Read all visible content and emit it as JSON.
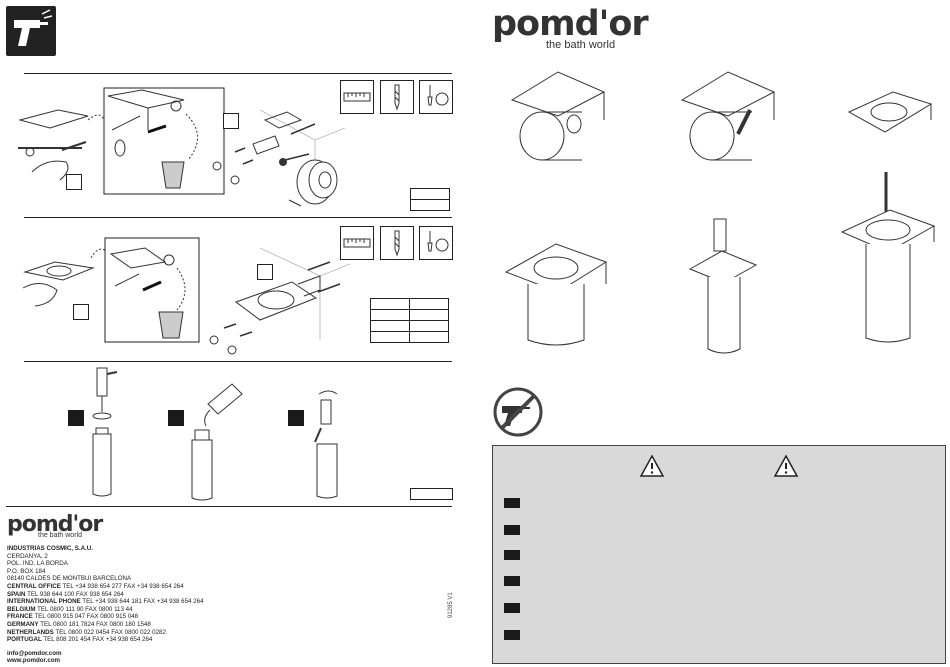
{
  "brand": {
    "logo_text": "pomd'or",
    "tagline": "the bath world"
  },
  "contact": {
    "company": "INDUSTRIAS COSMIC, S.A.U.",
    "address_lines": [
      "CERDANYA, 2",
      "POL. IND. LA BORDA",
      "P.O. BOX 184",
      "08140 CALDES DE MONTBUI BARCELONA"
    ],
    "offices": [
      {
        "label": "CENTRAL OFFICE",
        "text": "TEL +34 938 654 277  FAX +34 938 654 264"
      },
      {
        "label": "SPAIN",
        "text": "TEL 938 644 100  FAX 938 654 264"
      },
      {
        "label": "INTERNATIONAL PHONE",
        "text": "TEL +34 938 644 181  FAX +34 938 654 264"
      },
      {
        "label": "BELGIUM",
        "text": "TEL 0800 111 90  FAX 0800 113 44"
      },
      {
        "label": "FRANCE",
        "text": "TEL 0800 915 047  FAX 0800 915 048"
      },
      {
        "label": "GERMANY",
        "text": "TEL 0800 181 7824  FAX 0800 180 1548"
      },
      {
        "label": "NETHERLANDS",
        "text": "TEL 0800 022 0454  FAX 0800 022 0282"
      },
      {
        "label": "PORTUGAL",
        "text": "TEL 808 201 454  FAX +34 938 654 264"
      }
    ],
    "email": "info@pomdor.com",
    "web": "www.pomdor.com"
  },
  "doc_code": "91285 V1",
  "icons": {
    "drill": "drill-icon",
    "no_drill": "no-drill-icon",
    "warning": "warning-triangle-icon",
    "ruler": "ruler-icon",
    "drill_bit": "drill-bit-icon",
    "screwdriver": "screwdriver-icon"
  },
  "colors": {
    "ink": "#1a1a1a",
    "panel": "#d9d9d9",
    "logo": "#333333"
  }
}
